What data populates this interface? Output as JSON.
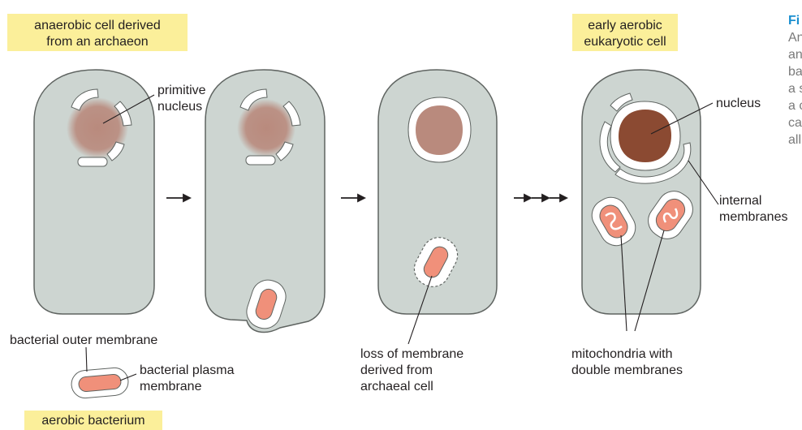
{
  "colors": {
    "cell_fill": "#cdd5d1",
    "cell_stroke": "#5f6461",
    "membrane": "#ffffff",
    "primitive_nucleus": "#b98a7d",
    "nucleus_dark": "#8b4a32",
    "mitochondrion": "#f0907a",
    "label_box": "#fbef9a",
    "caption_title": "#1a8fd0"
  },
  "labels": {
    "box_anaerobic_1": "anaerobic cell derived",
    "box_anaerobic_2": "from an archaeon",
    "box_aerobic_euk_1": "early aerobic",
    "box_aerobic_euk_2": "eukaryotic cell",
    "box_bacterium": "aerobic bacterium",
    "primitive_nucleus_1": "primitive",
    "primitive_nucleus_2": "nucleus",
    "nucleus": "nucleus",
    "internal_membranes_1": "internal",
    "internal_membranes_2": "membranes",
    "bacterial_outer_membrane": "bacterial outer membrane",
    "bacterial_plasma_membrane_1": "bacterial plasma",
    "bacterial_plasma_membrane_2": "membrane",
    "loss_of_membrane_1": "loss of membrane",
    "loss_of_membrane_2": "derived from",
    "loss_of_membrane_3": "archaeal cell",
    "mitochondria_1": "mitochondria with",
    "mitochondria_2": "double membranes"
  },
  "caption": {
    "title": "Fi",
    "lines": [
      "An",
      "an",
      "ba",
      "a s",
      "a c",
      "ca",
      "all"
    ]
  },
  "arrows": {
    "single": "→",
    "triple": "→→→"
  }
}
